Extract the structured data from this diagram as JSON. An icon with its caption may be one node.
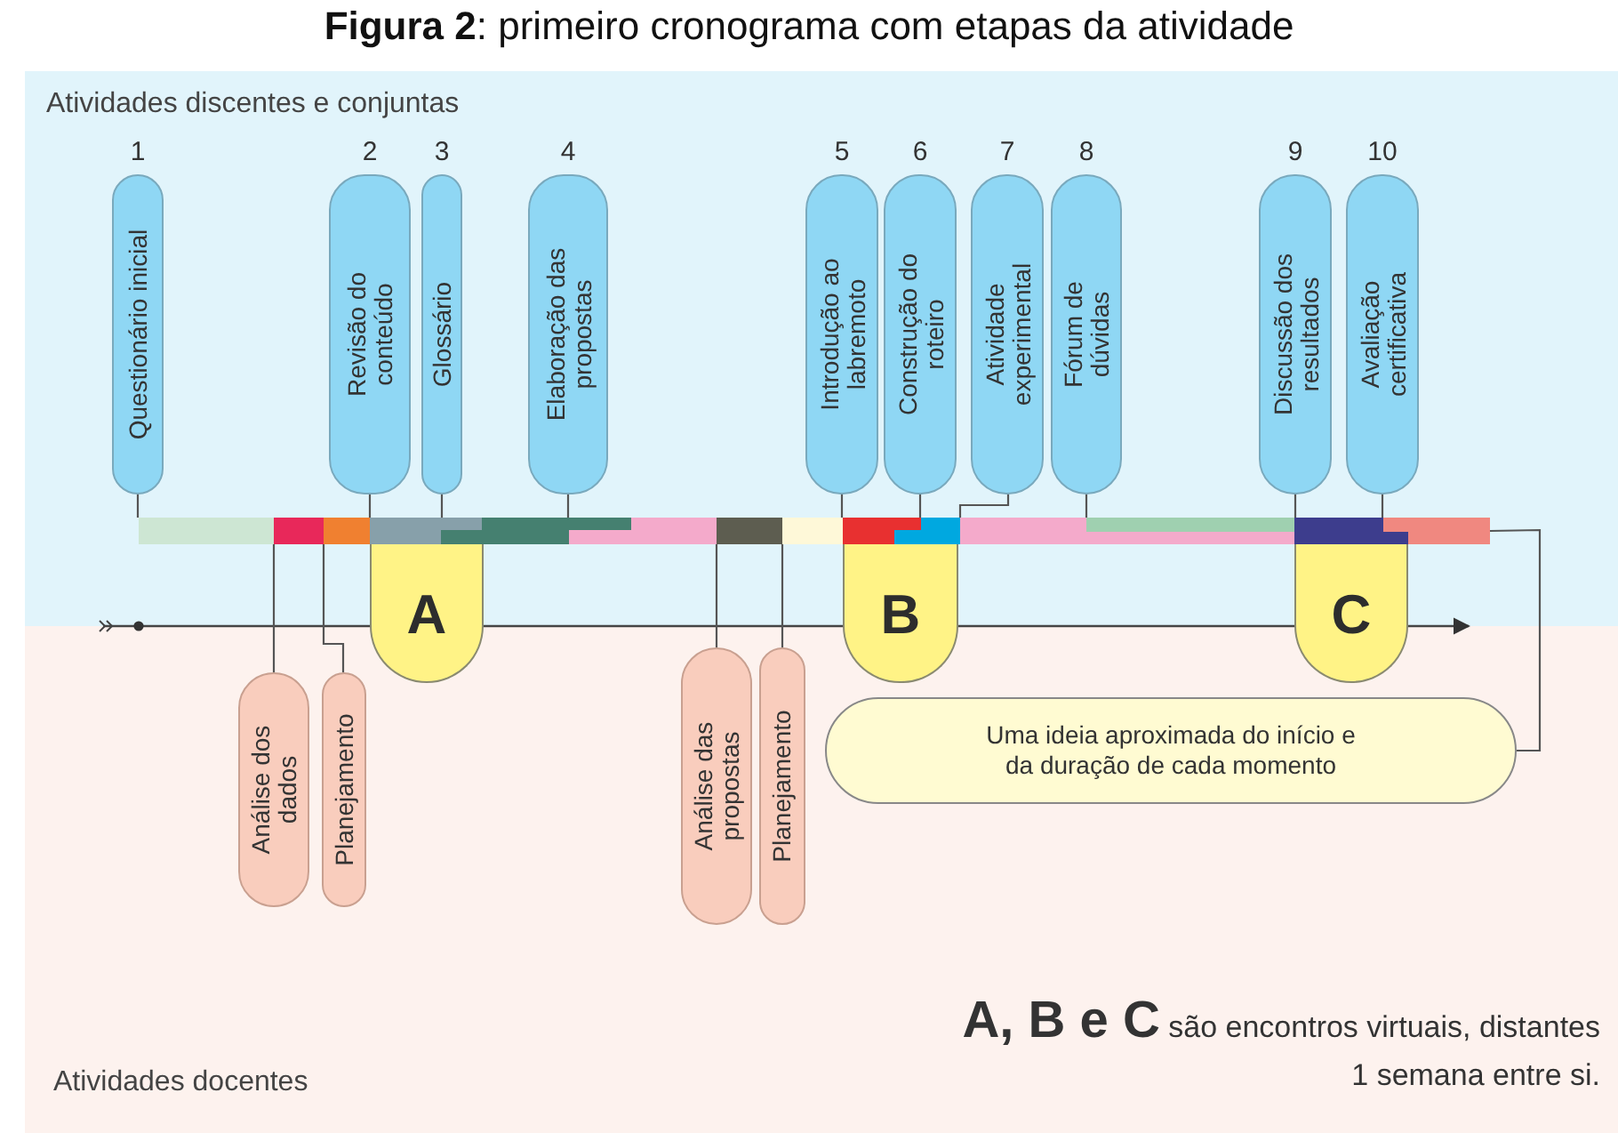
{
  "diagram": {
    "title": "**Figura 2**: primeiro cronograma com etapas da atividade",
    "nodes": [
      {
        "text": [
          "Atividades discentes e conjuntas"
        ]
      },
      {
        "text": [
          "Questionário inicial"
        ],
        "beside": [
          "1"
        ],
        "in": 0
      },
      {
        "text": [
          "Revisão do conteúdo"
        ],
        "beside": [
          "2"
        ],
        "in": 0
      },
      {
        "text": [
          "Glossário"
        ],
        "beside": [
          "3"
        ],
        "in": 0
      },
      {
        "text": [
          "Elaboração das propostas"
        ],
        "beside": [
          "4"
        ],
        "in": 0
      },
      {
        "text": [
          "Introdução ao labremoto"
        ],
        "beside": [
          "5"
        ],
        "in": 0
      },
      {
        "text": [
          "Construção do roteiro"
        ],
        "beside": [
          "6"
        ],
        "in": 0
      },
      {
        "text": [
          "Atividade experimental"
        ],
        "beside": [
          "7"
        ],
        "in": 0
      },
      {
        "text": [
          "Fórum de dúvidas"
        ],
        "beside": [
          "8"
        ],
        "in": 0
      },
      {
        "text": [
          "Discussão dos resultados"
        ],
        "beside": [
          "9"
        ],
        "in": 0
      },
      {
        "text": [
          "Avaliação certificativa"
        ],
        "beside": [
          "10"
        ],
        "in": 0
      },
      {
        "text": [],
        "shape": "bar",
        "in": 0
      },
      {
        "text": [
          "A"
        ]
      },
      {
        "text": [
          "B"
        ]
      },
      {
        "text": [
          "C"
        ]
      },
      {
        "text": [
          "Atividades docentes"
        ]
      },
      {
        "text": [
          "Análise dos dados"
        ],
        "in": 15
      },
      {
        "text": [
          "Planejamento"
        ],
        "in": 15
      },
      {
        "text": [
          "Análise das propostas"
        ],
        "in": 15
      },
      {
        "text": [
          "Planejamento"
        ],
        "in": 15
      },
      {
        "text": [
          "Uma ideia aproximada do início e da duração de cada momento"
        ],
        "in": 15
      }
    ],
    "edges": [
      {
        "from": 1,
        "to": 11,
        "arrow": "none"
      },
      {
        "from": 2,
        "to": 11,
        "arrow": "none"
      },
      {
        "from": 3,
        "to": 11,
        "arrow": "none"
      },
      {
        "from": 4,
        "to": 11,
        "arrow": "none"
      },
      {
        "from": 5,
        "to": 11,
        "arrow": "none"
      },
      {
        "from": 6,
        "to": 11,
        "arrow": "none"
      },
      {
        "from": 7,
        "to": 11,
        "arrow": "none"
      },
      {
        "from": 8,
        "to": 11,
        "arrow": "none"
      },
      {
        "from": 9,
        "to": 11,
        "arrow": "none"
      },
      {
        "from": 10,
        "to": 11,
        "arrow": "none"
      },
      {
        "from": 11,
        "to": 16,
        "arrow": "none"
      },
      {
        "from": 11,
        "to": 17,
        "arrow": "none"
      },
      {
        "from": 11,
        "to": 18,
        "arrow": "none"
      },
      {
        "from": 11,
        "to": 19,
        "arrow": "none"
      },
      {
        "from": 20,
        "to": 11,
        "arrow": "none"
      }
    ],
    "labels": [
      "**A, B e C** são encontros virtuais, distantes 1 semana entre si."
    ]
  }
}
